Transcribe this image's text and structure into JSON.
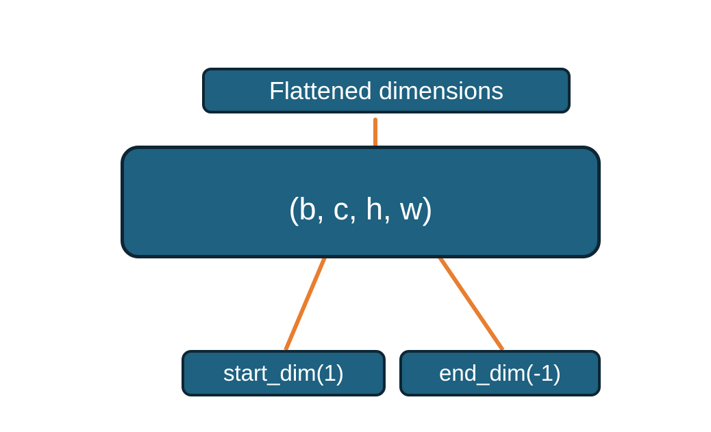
{
  "diagram": {
    "title_box": {
      "label": "Flattened dimensions"
    },
    "tensor_box": {
      "label": "(b, c, h, w)"
    },
    "start_dim_box": {
      "label": "start_dim(1)"
    },
    "end_dim_box": {
      "label": "end_dim(-1)"
    },
    "connectors": {
      "brace": "brace spanning c,h,w linking tensor box to Flattened dimensions",
      "start_dim_arrow": "arrow from start_dim(1) to dimension c",
      "end_dim_arrow": "arrow from end_dim(-1) to dimension w"
    },
    "colors": {
      "background": "#ffffff",
      "box_fill": "#1e6180",
      "box_border": "#0e2634",
      "accent_orange": "#e87e2f",
      "text": "#ffffff"
    }
  }
}
